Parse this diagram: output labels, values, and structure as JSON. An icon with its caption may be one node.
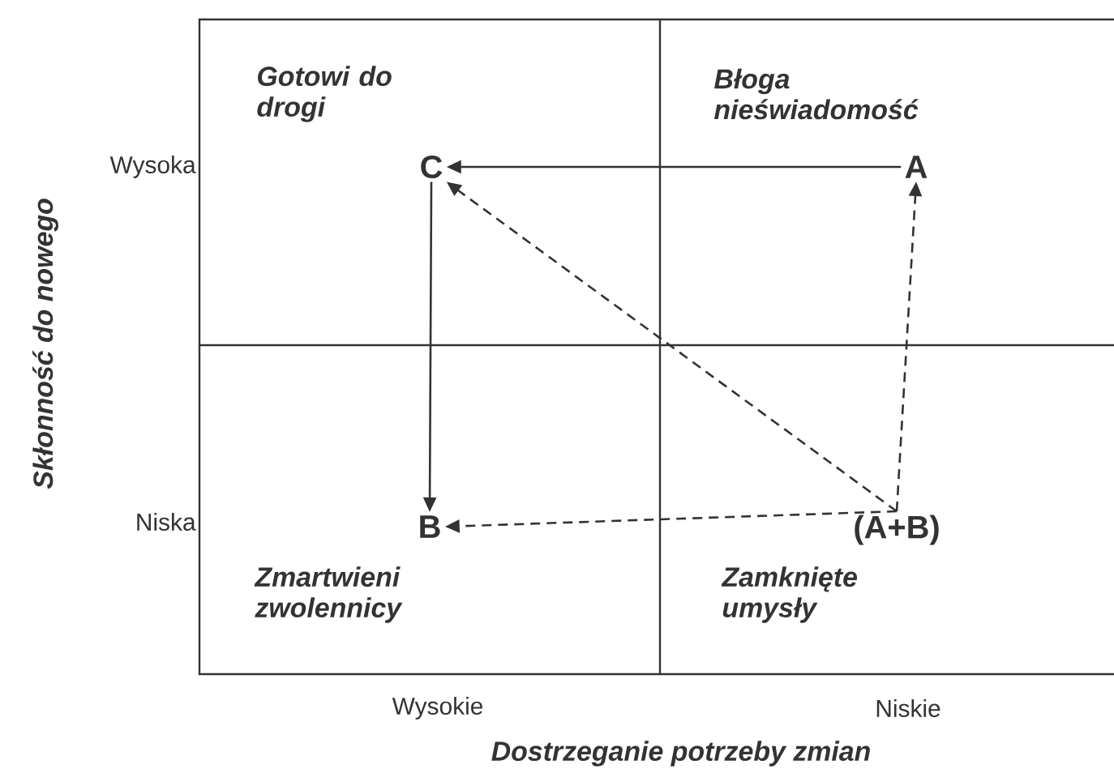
{
  "diagram": {
    "nodes": [
      {
        "text": [
          "C"
        ]
      },
      {
        "text": [
          "A"
        ]
      },
      {
        "text": [
          "B"
        ]
      },
      {
        "text": [
          "(A+B)"
        ]
      }
    ],
    "edges": [
      {
        "from": 1,
        "to": 0,
        "arrow": "to"
      },
      {
        "from": 0,
        "to": 2,
        "arrow": "to"
      },
      {
        "from": 3,
        "to": 0,
        "arrow": "to",
        "style": "dashed"
      },
      {
        "from": 3,
        "to": 1,
        "arrow": "to",
        "style": "dashed"
      },
      {
        "from": 3,
        "to": 2,
        "arrow": "to",
        "style": "dashed"
      }
    ],
    "labels": [
      "Gotowi do drogi",
      "Błoga nieświadomość",
      "Wysoka",
      "Niska",
      "Zmartwieni zwolennicy",
      "Zamknięte umysły",
      "Wysokie",
      "Niskie",
      "Dostrzeganie potrzeby zmian",
      "Skłonność do nowego"
    ]
  }
}
